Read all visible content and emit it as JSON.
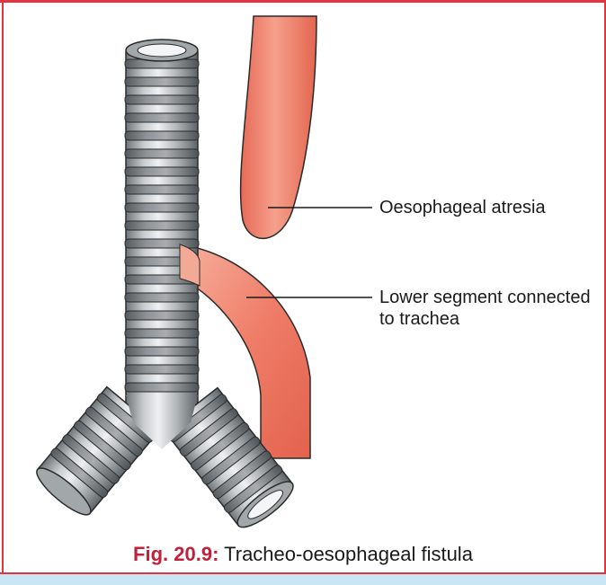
{
  "labels": {
    "atresia": "Oesophageal atresia",
    "lower_segment": "Lower segment connected",
    "lower_segment_2": "to trachea"
  },
  "caption": {
    "figure": "Fig. 20.9:",
    "title": "Tracheo-oesophageal fistula"
  },
  "colors": {
    "frame": "#e2333f",
    "esophagus": "#ef7a68",
    "trachea_ring": "#8f9498",
    "caption_fig": "#c0203a"
  }
}
